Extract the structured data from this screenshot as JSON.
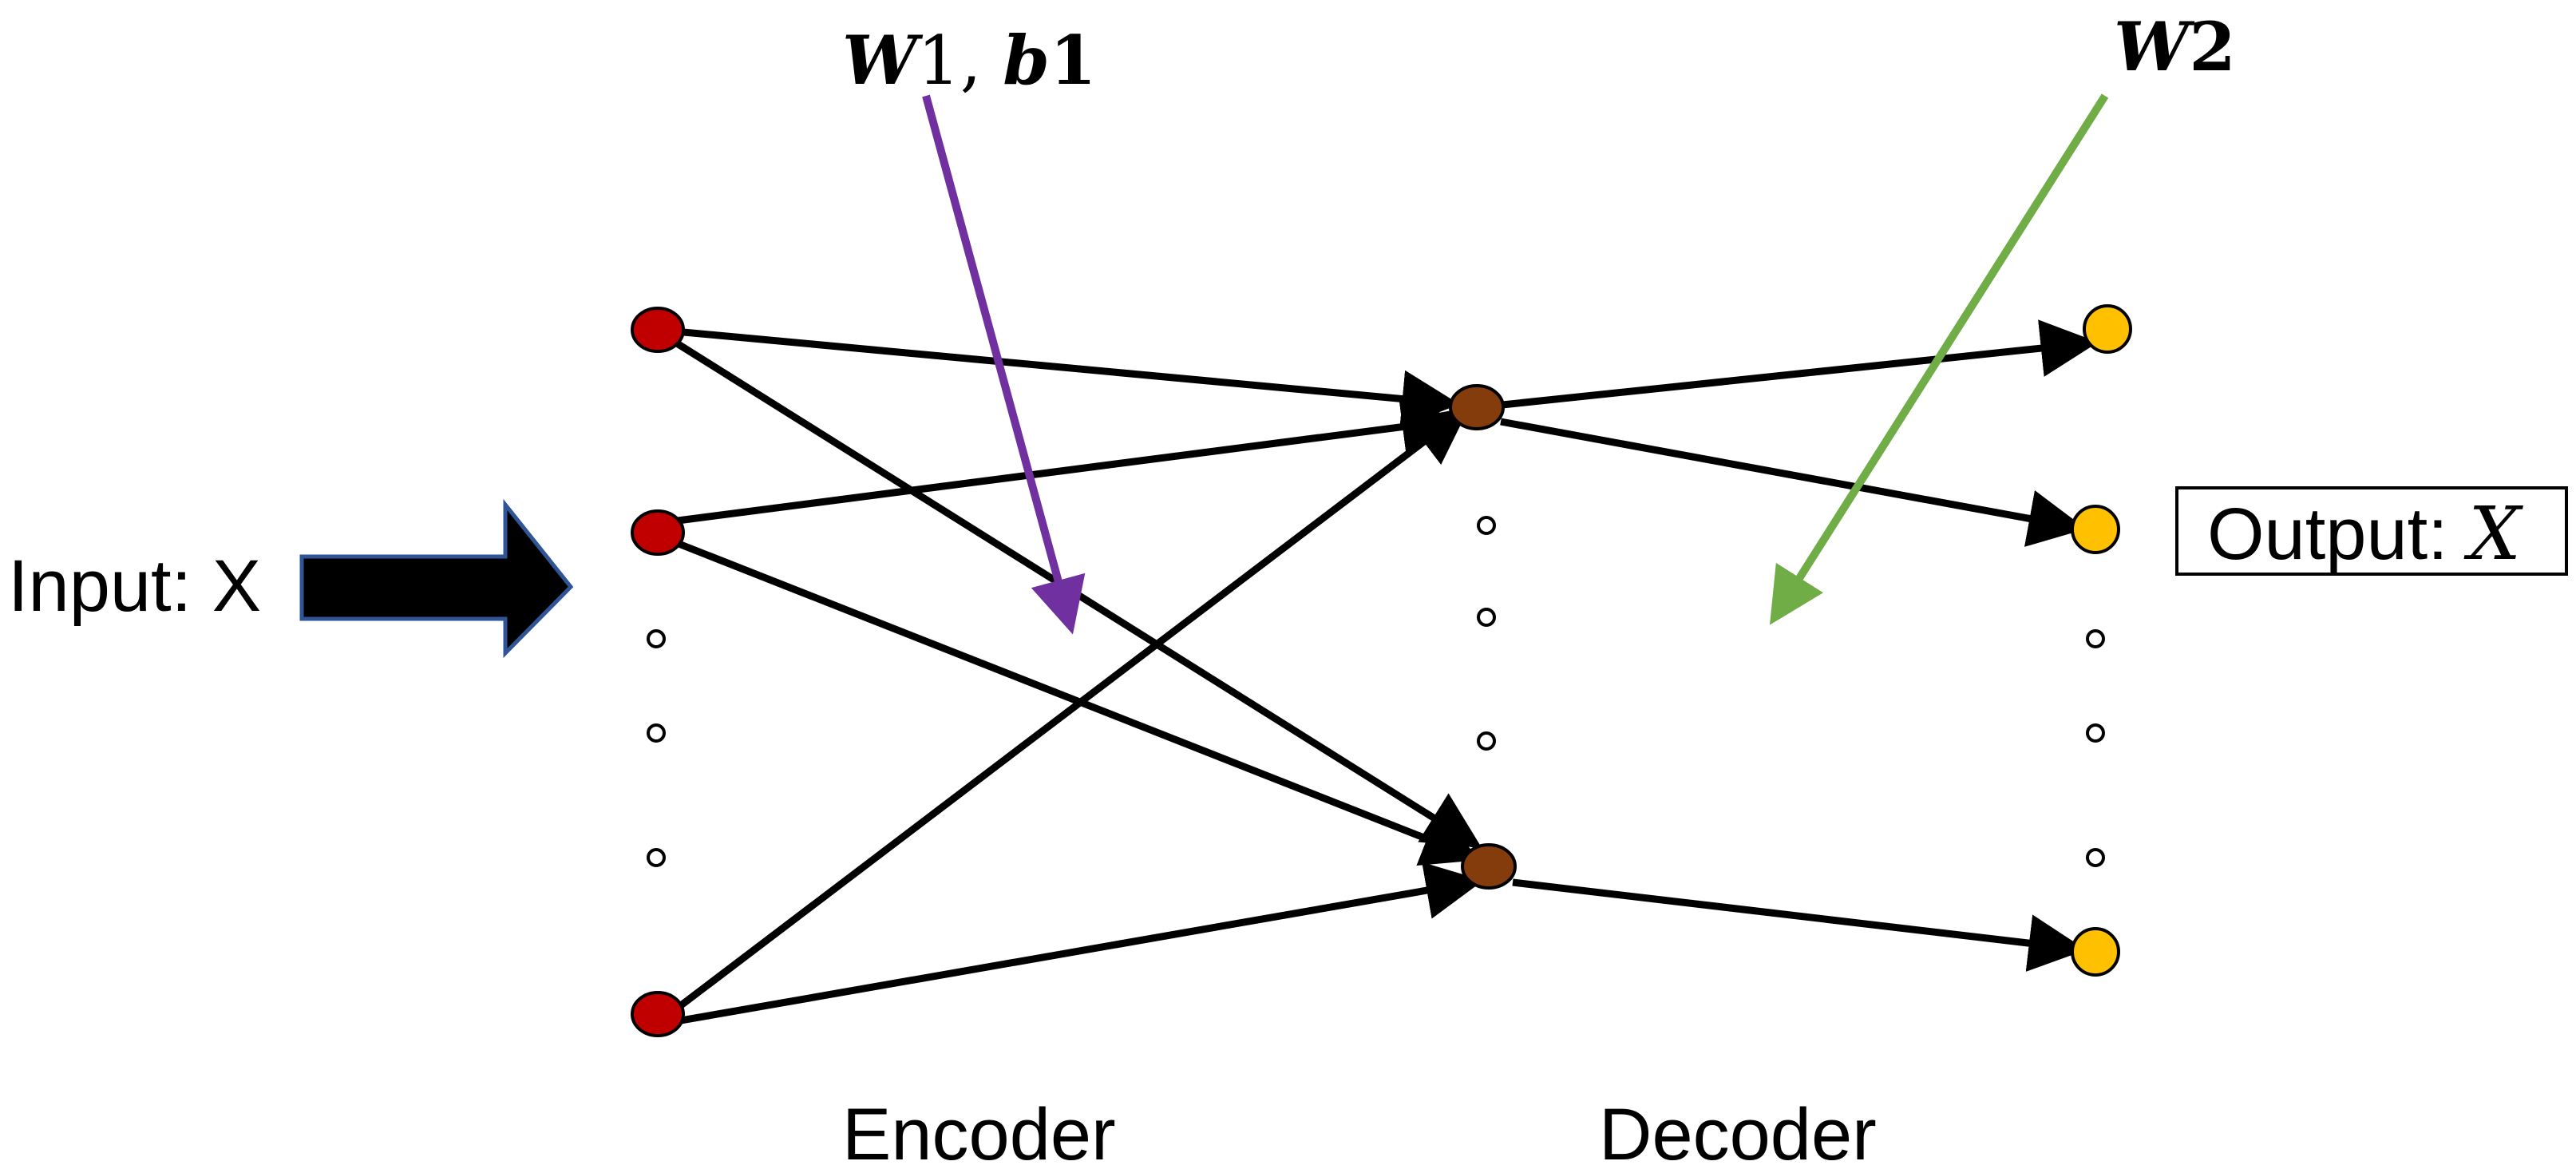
{
  "labels": {
    "input": "Input: X",
    "output_prefix": "Output: ",
    "output_symbol": "X",
    "encoder": "Encoder",
    "decoder": "Decoder",
    "w1b1_part1": "W",
    "w1b1_part2": "1, ",
    "w1b1_part3": "b",
    "w1b1_part4": "1",
    "w2_part1": "W",
    "w2_part2": "2"
  },
  "colors": {
    "input_node": "#c00000",
    "hidden_node": "#843c0c",
    "output_node": "#ffc000",
    "edge": "#000000",
    "w1_pointer": "#7030a0",
    "w2_pointer": "#70ad47",
    "input_arrow_fill": "#000000",
    "input_arrow_stroke": "#2f5597"
  },
  "layers": {
    "input": {
      "visible_nodes": 3,
      "ellipsis_dots": 3
    },
    "hidden": {
      "visible_nodes": 2,
      "ellipsis_dots": 3
    },
    "output": {
      "visible_nodes": 3,
      "ellipsis_dots": 3
    }
  }
}
